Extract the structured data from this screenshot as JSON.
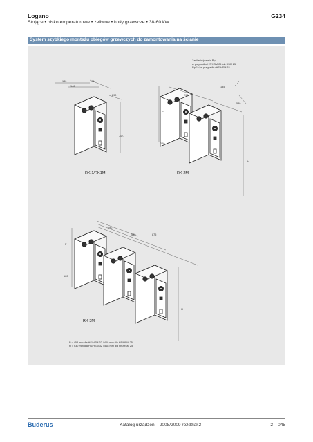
{
  "header": {
    "title": "Logano",
    "subtitle": "Stojące • niskotemperaturowe • żeliwne • kotły grzewcze • 38-60 kW",
    "code": "G234"
  },
  "section_title": "System szybkiego montażu obiegów grzewczych do zamontowania na ścianie",
  "diagram": {
    "labels": {
      "rk1": "RK 1/RK1M",
      "rk2": "RK 2M",
      "rk3": "RK 3M"
    },
    "connector_note": [
      "Zasilanie/powrót Rp1",
      "w przypadku HS/HSM 25 lub KSM 25,",
      "Rp 1¼ w przypadku HS/HSM 32"
    ],
    "formula_note": [
      "P = 458 mm dla HS/HSM 32 / 400 mm dla HS/HSM 25",
      "H = 630 mm dla HS/HSM 32 / 568 mm dla HS/HSM 25"
    ],
    "dims": {
      "d130": "130",
      "d146": "146",
      "d46": "46",
      "d290a": "290",
      "d450": "450",
      "d290b": "290",
      "d135": "135",
      "d580": "580",
      "dP1": "P",
      "dH1": "H",
      "d160a": "160",
      "d290c": "290",
      "d580b": "580",
      "d875": "875",
      "dP2": "P",
      "d160b": "160",
      "dH2": "H"
    }
  },
  "footer": {
    "brand": "Buderus",
    "catalog": "Katalog urządzeń – 2008/2009 rozdział 2",
    "page": "2 – 045"
  }
}
